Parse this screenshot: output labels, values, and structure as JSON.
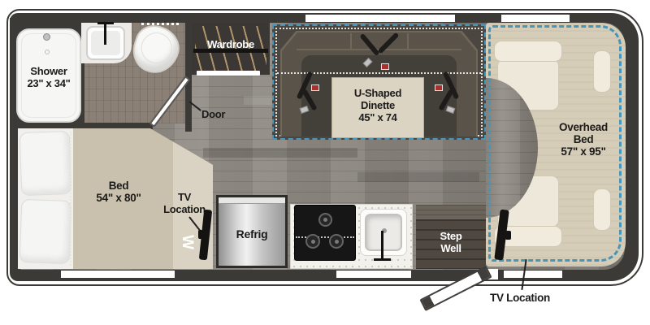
{
  "labels": {
    "shower": {
      "l1": "Shower",
      "l2": "23\" x 34\""
    },
    "wardrobe": "Wardrobe",
    "door": "Door",
    "dinette": {
      "l1": "U-Shaped",
      "l2": "Dinette",
      "l3": "45\" x 74"
    },
    "overhead_bed": {
      "l1": "Overhead",
      "l2": "Bed",
      "l3": "57\" x 95\""
    },
    "bed": {
      "l1": "Bed",
      "l2": "54\" x 80\""
    },
    "tv_bedroom": {
      "l1": "TV",
      "l2": "Location"
    },
    "refrig": "Refrig",
    "step_well": {
      "l1": "Step",
      "l2": "Well"
    },
    "tv_cab": "TV Location",
    "winnebago_logo": "W"
  },
  "colors": {
    "wall": "#3c3a37",
    "floor_main": "#8f8a83",
    "floor_bath": "#8a8076",
    "slide_dash_blue": "#4695ba",
    "bed_beige": "#c9c0ae",
    "dinette_table": "#dbd4c3",
    "overhead_overlay": "#d6cdb8",
    "window_white": "#ffffff"
  }
}
